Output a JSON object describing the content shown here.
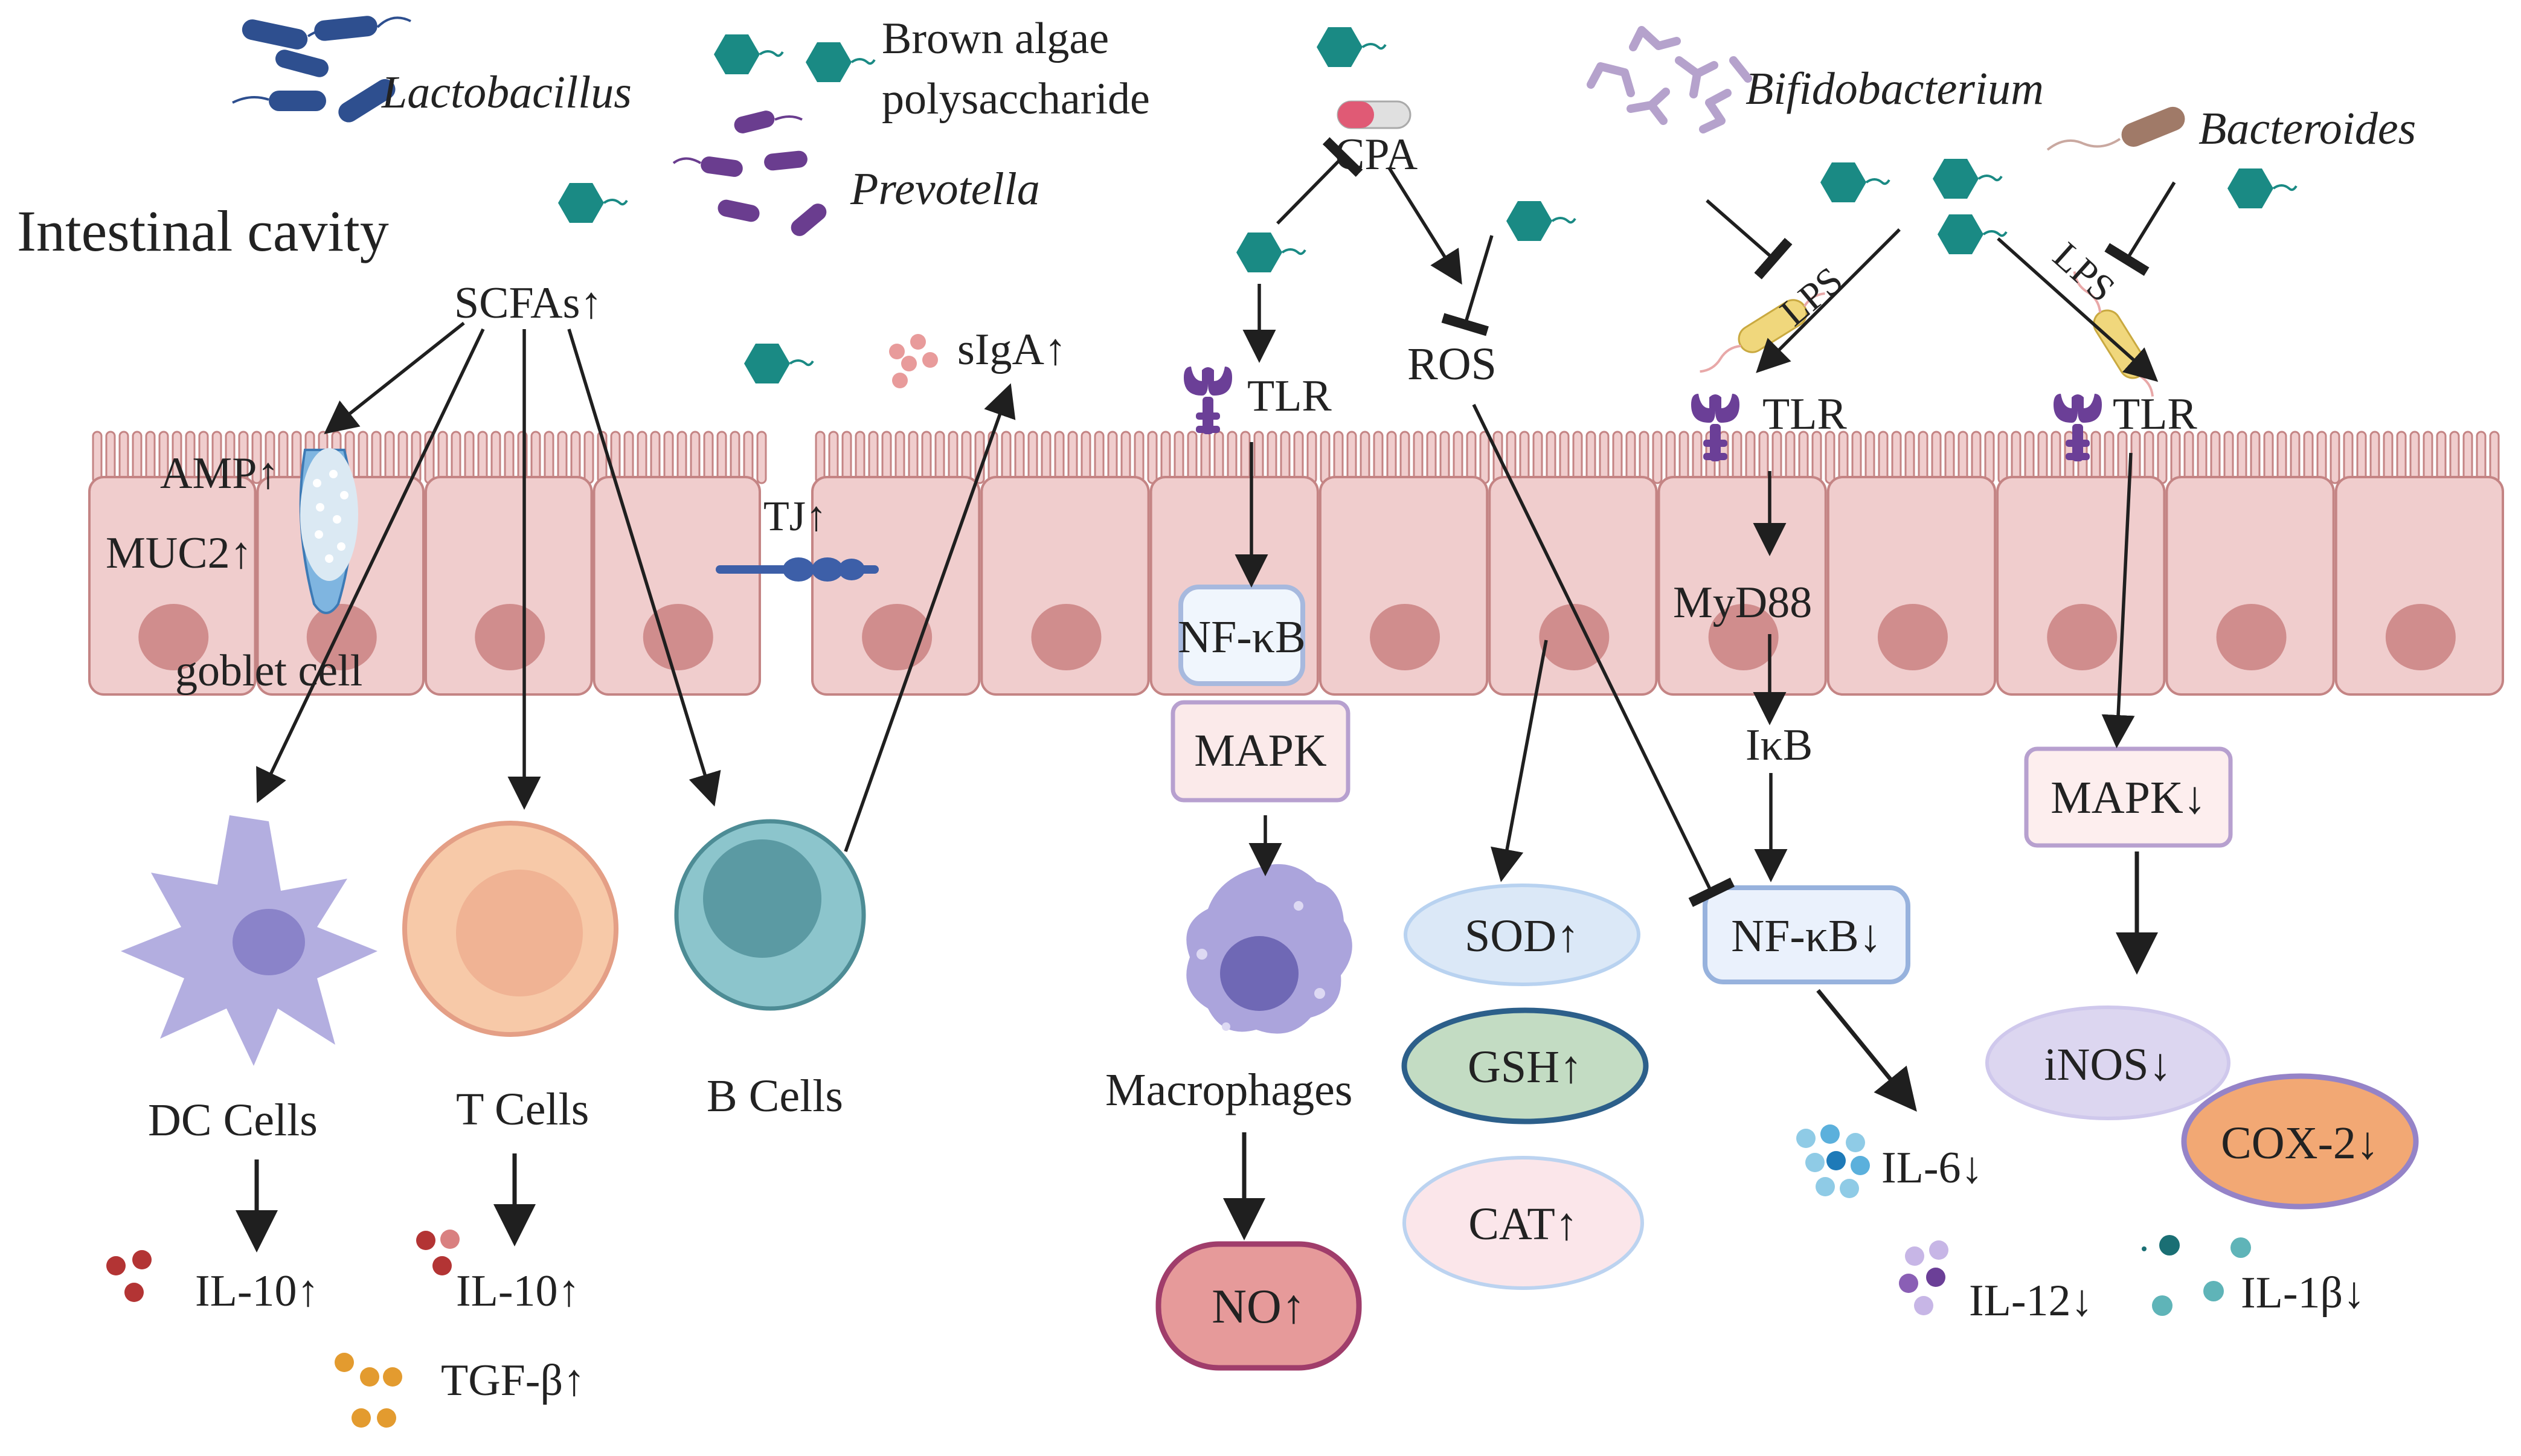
{
  "labels": {
    "lactobacillus": "Lactobacillus",
    "brown_algae_1": "Brown algae",
    "brown_algae_2": "polysaccharide",
    "prevotella": "Prevotella",
    "bifidobacterium": "Bifidobacterium",
    "bacteroides": "Bacteroides",
    "intestinal_cavity": "Intestinal cavity",
    "scfas": "SCFAs↑",
    "siga": "sIgA↑",
    "cpa": "CPA",
    "ros": "ROS",
    "lps_left": "LPS",
    "lps_right": "LPS",
    "tlr_mid": "TLR",
    "tlr_right1": "TLR",
    "tlr_right2": "TLR",
    "amp": "AMP↑",
    "muc2": "MUC2↑",
    "goblet": "goblet cell",
    "tj": "TJ↑",
    "nfkb_mid": "NF-κB",
    "mapk_mid": "MAPK",
    "myd88": "MyD88",
    "ikb": "IκB",
    "nfkb_down": "NF-κB↓",
    "mapk_down": "MAPK↓",
    "dc_cells": "DC Cells",
    "t_cells": "T Cells",
    "b_cells": "B Cells",
    "macrophages": "Macrophages",
    "il10_dc": "IL-10↑",
    "il10_t": "IL-10↑",
    "tgfb": "TGF-β↑",
    "no": "NO↑",
    "sod": "SOD↑",
    "gsh": "GSH↑",
    "cat": "CAT↑",
    "il6": "IL-6↓",
    "il12": "IL-12↓",
    "il1b": "IL-1β↓",
    "inos": "iNOS↓",
    "cox2": "COX-2↓"
  },
  "colors": {
    "polysaccharide_hex": "#1a8a84",
    "lactobacillus": "#2e4f8f",
    "prevotella": "#6a3d8f",
    "bifidobacterium": "#b5a2cc",
    "bacteroides": "#a07a68",
    "epithelium": "#f0cdcd",
    "tlr_receptor": "#6b3f97",
    "dc_cell": "#b3aee0",
    "t_cell": "#f7c9a8",
    "b_cell": "#8cc5cc",
    "macrophage": "#aba4dc",
    "sod_fill": "#dbe8f7",
    "gsh_fill": "#c3dcc3",
    "cat_fill": "#fbe6ea",
    "no_fill": "#e69a9a",
    "inos_fill": "#dcd6f0",
    "cox2_fill": "#f2a874"
  }
}
